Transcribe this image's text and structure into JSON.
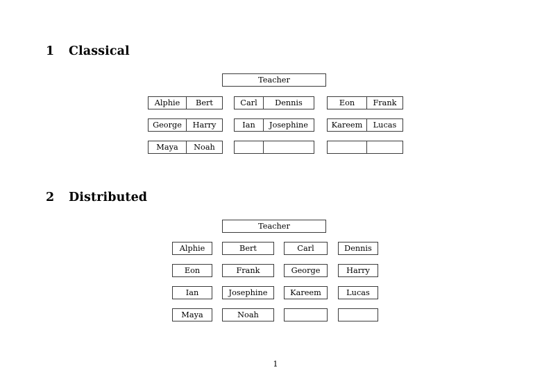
{
  "document": {
    "page_number": "1"
  },
  "sections": [
    {
      "number": "1",
      "title": "Classical",
      "teacher_label": "Teacher",
      "layout": "joined-pairs",
      "groups": [
        {
          "name": "group-left",
          "rows": [
            [
              "Alphie",
              "Bert"
            ],
            [
              "George",
              "Harry"
            ],
            [
              "Maya",
              "Noah"
            ]
          ]
        },
        {
          "name": "group-middle",
          "rows": [
            [
              "Carl",
              "Dennis"
            ],
            [
              "Ian",
              "Josephine"
            ],
            [
              "",
              ""
            ]
          ]
        },
        {
          "name": "group-right",
          "rows": [
            [
              "Eon",
              "Frank"
            ],
            [
              "Kareem",
              "Lucas"
            ],
            [
              "",
              ""
            ]
          ]
        }
      ]
    },
    {
      "number": "2",
      "title": "Distributed",
      "teacher_label": "Teacher",
      "layout": "separate-boxes",
      "rows": [
        [
          "Alphie",
          "Bert",
          "Carl",
          "Dennis"
        ],
        [
          "Eon",
          "Frank",
          "George",
          "Harry"
        ],
        [
          "Ian",
          "Josephine",
          "Kareem",
          "Lucas"
        ],
        [
          "Maya",
          "Noah",
          "",
          ""
        ]
      ]
    }
  ],
  "colors": {
    "page_background": "#ffffff",
    "text": "#000000",
    "box_border": "#3a3a3a"
  }
}
